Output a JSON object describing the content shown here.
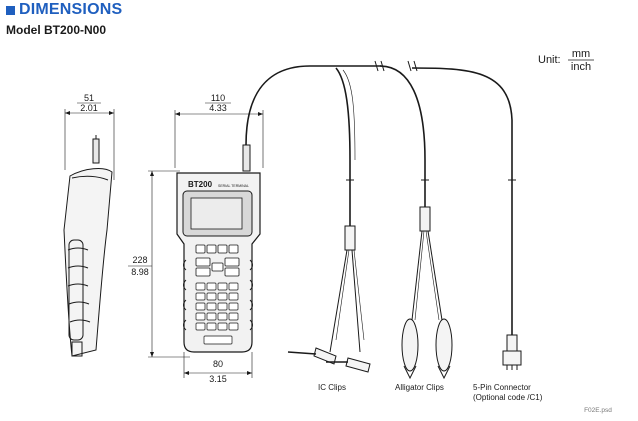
{
  "header": {
    "title": "DIMENSIONS",
    "subtitle": "Model BT200-N00"
  },
  "units": {
    "prefix": "Unit:",
    "top": "mm",
    "bottom": "inch"
  },
  "dimensions": {
    "side_width_mm": "51",
    "side_width_in": "2.01",
    "front_width_mm": "110",
    "front_width_in": "4.33",
    "height_mm": "228",
    "height_in": "8.98",
    "bottom_width_mm": "80",
    "bottom_width_in": "3.15"
  },
  "device": {
    "brand": "BT200",
    "small_text": "SERIAL TERMINAL"
  },
  "labels": {
    "ic_clips": "IC Clips",
    "alligator_clips": "Alligator Clips",
    "connector_line1": "5-Pin Connector",
    "connector_line2": "(Optional code /C1)"
  },
  "footer": {
    "file_code": "F02E.psd"
  },
  "colors": {
    "title_blue": "#1f5fbf",
    "line": "#1a1a1a"
  }
}
